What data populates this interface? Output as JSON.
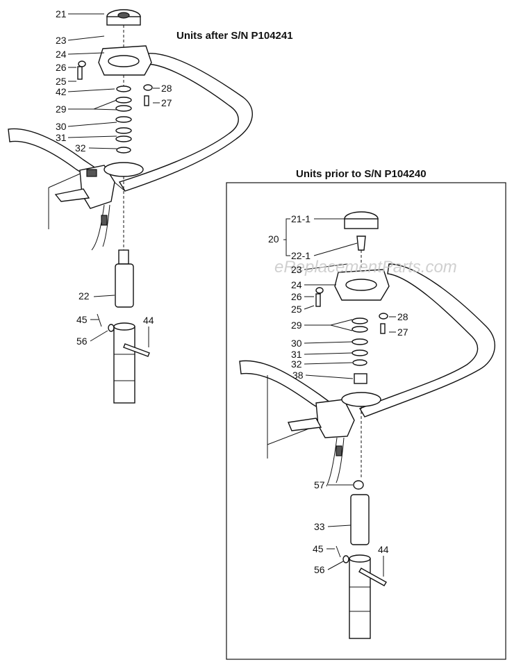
{
  "headers": {
    "after": "Units after S/N P104241",
    "prior": "Units prior to S/N P104240"
  },
  "watermark": "eReplacementParts.com",
  "callouts_after": [
    "21",
    "23",
    "24",
    "26",
    "25",
    "42",
    "28",
    "27",
    "29",
    "30",
    "31",
    "32",
    "22",
    "45",
    "44",
    "56"
  ],
  "callouts_prior": [
    "21-1",
    "20",
    "22-1",
    "23",
    "24",
    "26",
    "25",
    "28",
    "29",
    "27",
    "30",
    "31",
    "32",
    "38",
    "57",
    "33",
    "45",
    "44",
    "56"
  ]
}
